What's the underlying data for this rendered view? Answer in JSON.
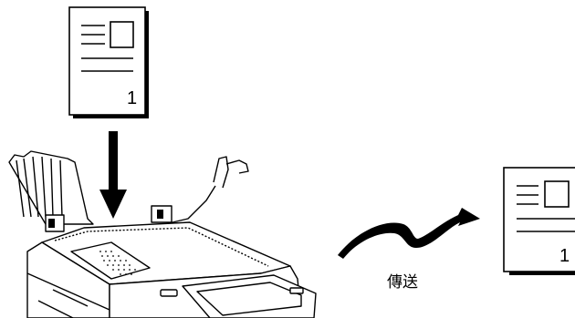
{
  "diagram": {
    "original_document": {
      "page_number": "1"
    },
    "transmission": {
      "caption": "傳送"
    },
    "received_document": {
      "page_number": "1"
    }
  }
}
